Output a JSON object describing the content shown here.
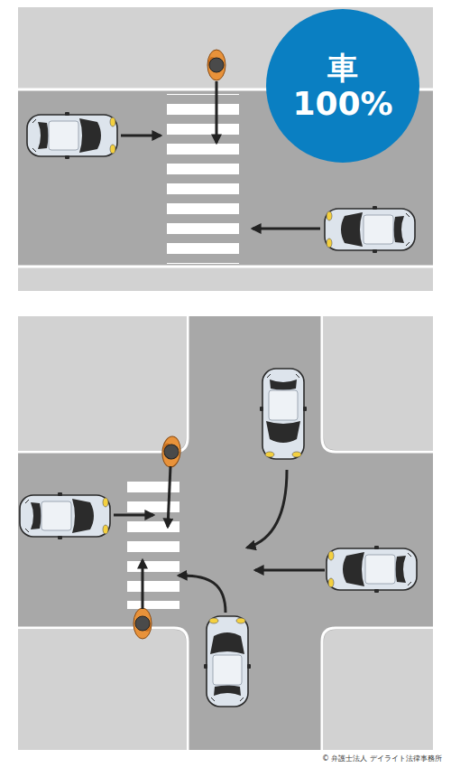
{
  "diagram": {
    "nodes": [
      {
        "text": [
          "車",
          "100%"
        ]
      }
    ],
    "edges": [],
    "labels": [
      "© 弁護士法人 デイライト法律事務所"
    ]
  }
}
